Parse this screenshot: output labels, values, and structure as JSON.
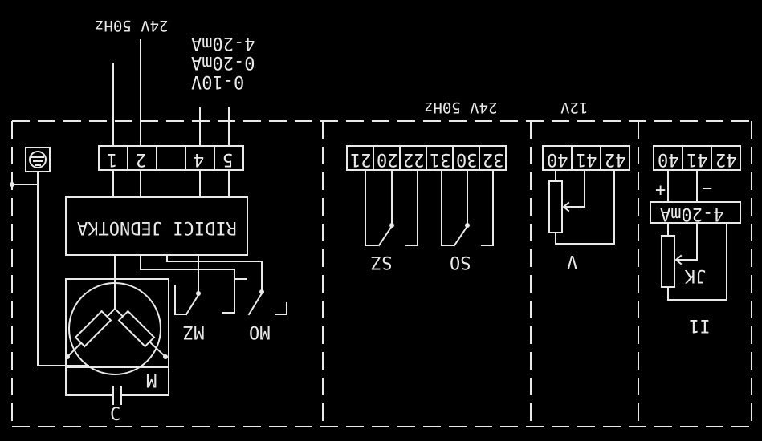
{
  "supply": {
    "ac_label": "24V 50Hz",
    "signals": [
      "4-20mA",
      "0-20mA",
      "0-10V"
    ]
  },
  "panel_main": {
    "terminals": [
      "1",
      "2",
      "",
      "4",
      "5"
    ],
    "control_unit_label": "RIDICI JEDNOTKA",
    "limit_switches": [
      "MZ",
      "MO"
    ],
    "motor_label": "M",
    "capacitor_label": "C",
    "ground_label": "⏚"
  },
  "panel_switches": {
    "supply_label": "24V 50Hz",
    "terminals": [
      "21",
      "20",
      "22",
      "31",
      "30",
      "32"
    ],
    "switch_labels": [
      "SZ",
      "SO"
    ]
  },
  "panel_pot": {
    "supply_label": "12V",
    "terminals": [
      "40",
      "41",
      "42"
    ],
    "label": "V"
  },
  "panel_current": {
    "terminals": [
      "40",
      "41",
      "42"
    ],
    "polarity": [
      "+",
      "−"
    ],
    "converter_label": "4-20mA",
    "pot_label": "JK",
    "label": "I1"
  }
}
